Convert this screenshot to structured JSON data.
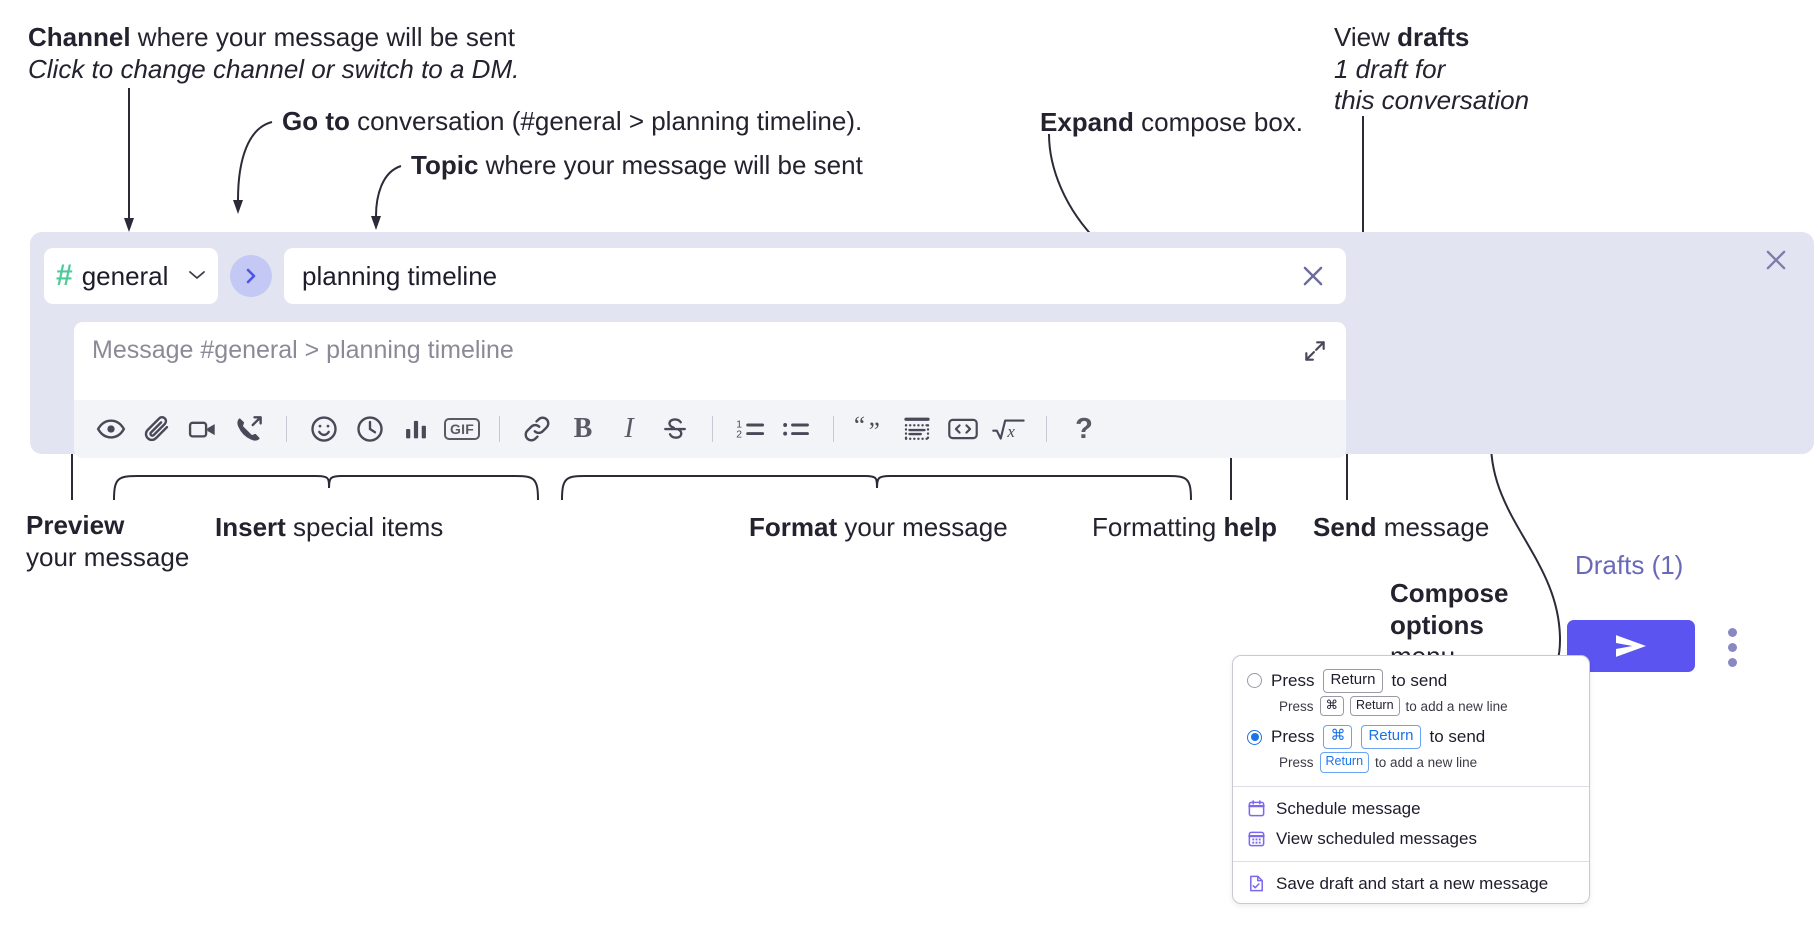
{
  "annotations": {
    "channel": {
      "bold": "Channel",
      "rest": " where your message will be sent",
      "italic": "Click to change channel or switch to a DM."
    },
    "goto": {
      "bold": "Go to",
      "rest": " conversation (#general > planning timeline)."
    },
    "topic": {
      "bold": "Topic",
      "rest": " where your message will be sent"
    },
    "expand": {
      "bold": "Expand",
      "rest": " compose box."
    },
    "drafts": {
      "lead": "View ",
      "bold": "drafts",
      "italic1": "1 draft for",
      "italic2": "this conversation"
    },
    "preview": {
      "bold": "Preview",
      "line2": "your message"
    },
    "insert": {
      "bold": "Insert",
      "rest": " special items"
    },
    "format": {
      "bold": "Format",
      "rest": " your message"
    },
    "help": {
      "lead": "Formatting ",
      "bold": "help"
    },
    "send": {
      "bold": "Send",
      "rest": " message"
    },
    "compose_options": {
      "bold1": "Compose",
      "bold2": "options",
      "rest": "menu"
    }
  },
  "composer": {
    "channel": {
      "hash": "#",
      "name": "general",
      "caret": "chevron-down-icon"
    },
    "goto_label": "go-to-conversation",
    "topic": {
      "value": "planning timeline"
    },
    "message": {
      "placeholder": "Message #general > planning timeline"
    },
    "drafts_link": "Drafts (1)",
    "toolbar": [
      {
        "name": "preview-icon",
        "label": "Preview"
      },
      {
        "name": "attachment-icon",
        "label": "Attach file"
      },
      {
        "name": "video-clip-icon",
        "label": "Record video clip"
      },
      {
        "name": "audio-clip-icon",
        "label": "Record audio clip"
      },
      {
        "name": "emoji-icon",
        "label": "Emoji"
      },
      {
        "name": "clock-icon",
        "label": "Reminder"
      },
      {
        "name": "poll-icon",
        "label": "Poll"
      },
      {
        "name": "gif-icon",
        "label": "GIF"
      },
      {
        "name": "link-icon",
        "label": "Link"
      },
      {
        "name": "bold-icon",
        "label": "B"
      },
      {
        "name": "italic-icon",
        "label": "I"
      },
      {
        "name": "strikethrough-icon",
        "label": "Strikethrough"
      },
      {
        "name": "ordered-list-icon",
        "label": "Ordered list"
      },
      {
        "name": "bulleted-list-icon",
        "label": "Bulleted list"
      },
      {
        "name": "blockquote-icon",
        "label": "Blockquote"
      },
      {
        "name": "code-block-icon",
        "label": "Code block"
      },
      {
        "name": "inline-code-icon",
        "label": "Code"
      },
      {
        "name": "math-icon",
        "label": "Math"
      },
      {
        "name": "help-icon",
        "label": "?"
      }
    ],
    "send_label": "send-icon",
    "menu_label": "compose-options-icon",
    "close_label": "close-icon"
  },
  "dropdown": {
    "options": [
      {
        "selected": false,
        "main": {
          "pre": "Press",
          "key": "Return",
          "post": "to send"
        },
        "sub": {
          "pre": "Press",
          "key1": "⌘",
          "key2": "Return",
          "post": "to add a new line"
        }
      },
      {
        "selected": true,
        "main": {
          "pre": "Press",
          "key1": "⌘",
          "key2": "Return",
          "post": "to send"
        },
        "sub": {
          "pre": "Press",
          "key": "Return",
          "post": "to add a new line"
        }
      }
    ],
    "items": [
      {
        "icon": "calendar-schedule-icon",
        "label": "Schedule message"
      },
      {
        "icon": "calendar-list-icon",
        "label": "View scheduled messages"
      },
      {
        "icon": "save-draft-icon",
        "label": "Save draft and start a new message"
      }
    ]
  },
  "colors": {
    "accent": "#5b54f0",
    "composer_bg": "#e2e4f2",
    "hash_green": "#4ecb9b",
    "drafts_purple": "#6a69b8",
    "radio_blue": "#1a73e8",
    "menu_icon_purple": "#7b68ee"
  }
}
